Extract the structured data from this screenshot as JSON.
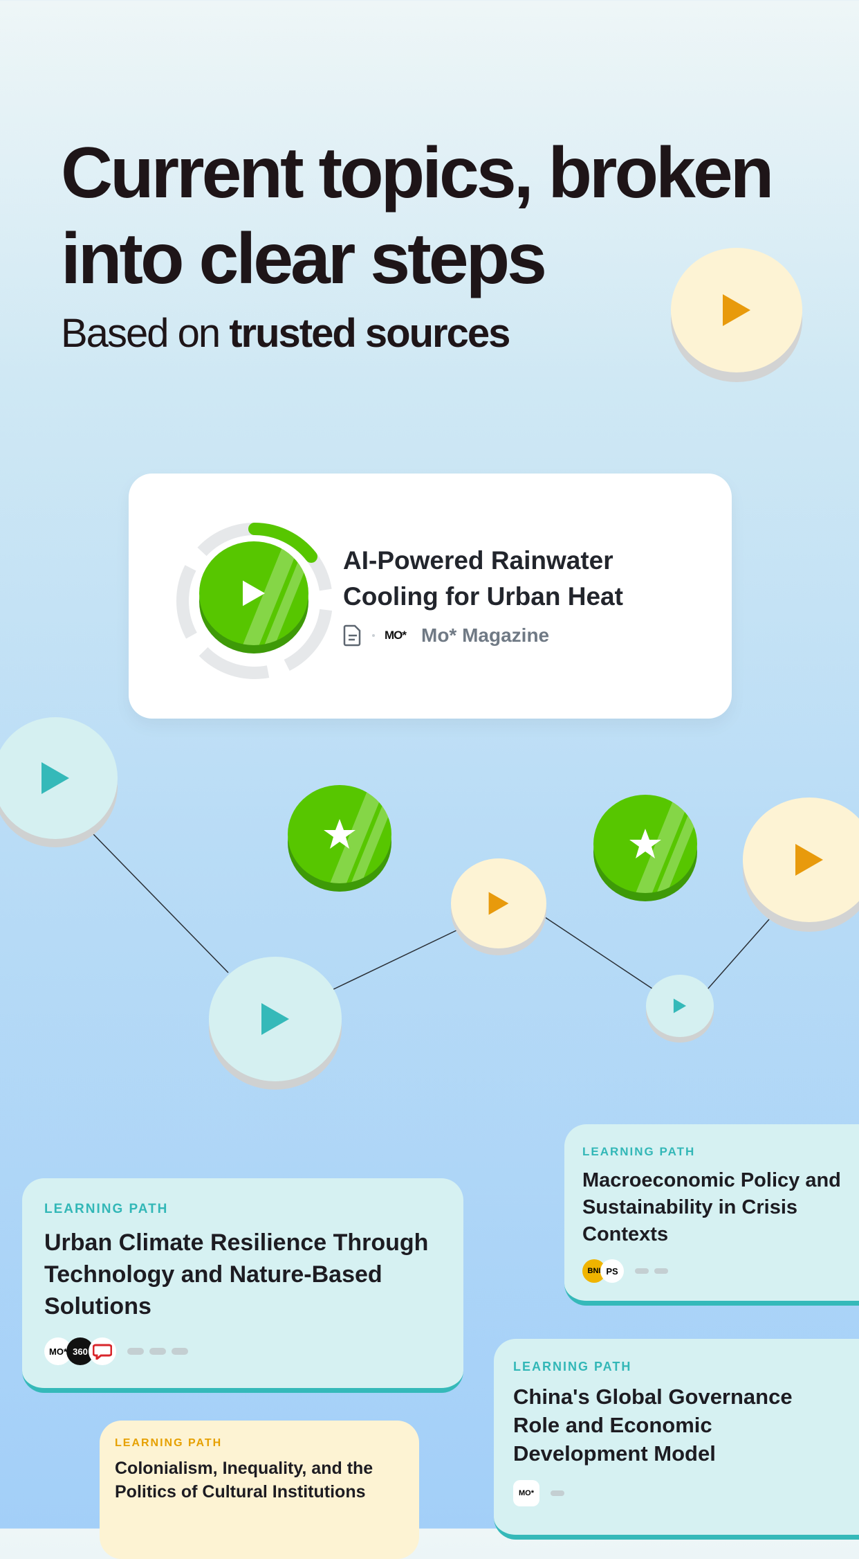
{
  "headline": "Current topics, broken into clear steps",
  "sub_prefix": "Based on ",
  "sub_bold": "trusted sources",
  "feature": {
    "title": "AI-Powered Rainwater Cooling for Urban Heat",
    "source_logo": "MO*",
    "source": "Mo* Magazine",
    "doc_icon": "document-icon"
  },
  "cards": [
    {
      "kicker": "LEARNING PATH",
      "title": "Urban Climate Resilience Through Technology and Nature-Based Solutions",
      "logos": [
        "MO*",
        "360"
      ]
    },
    {
      "kicker": "LEARNING PATH",
      "title": "Macroeconomic Policy and Sustainability in Crisis Contexts",
      "logos": [
        "BNI",
        "PS"
      ]
    },
    {
      "kicker": "LEARNING PATH",
      "title": "China's Global Governance Role and Economic Development Model",
      "logos": [
        "MO*"
      ]
    },
    {
      "kicker": "LEARNING PATH",
      "title": "Colonialism, Inequality, and the Politics of Cultural Institutions"
    }
  ],
  "colors": {
    "green": "#57c600",
    "teal": "#35b9b9",
    "orange": "#e89a0c",
    "cream": "#fdf3d4"
  }
}
